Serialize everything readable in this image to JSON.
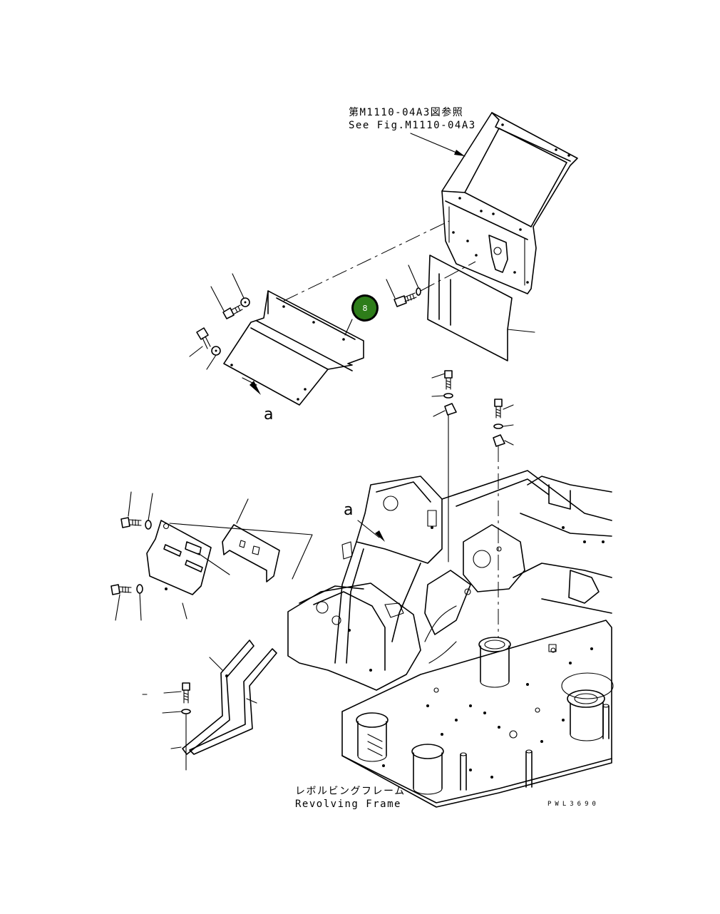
{
  "references": {
    "see_fig_jp": "第M1110-04A3図参照",
    "see_fig_en": "See Fig.M1110-04A3"
  },
  "view_letters": {
    "upper": "a",
    "lower": "a"
  },
  "frame_label": {
    "jp": "レボルビングフレーム",
    "en": "Revolving Frame"
  },
  "drawing_code": "PWL3690",
  "callout": {
    "number": "8",
    "color": "#2e7d1a",
    "ring_color": "#000000"
  },
  "icons": [
    "callout-marker-icon",
    "arrow-icon",
    "bolt-icon",
    "washer-icon"
  ]
}
